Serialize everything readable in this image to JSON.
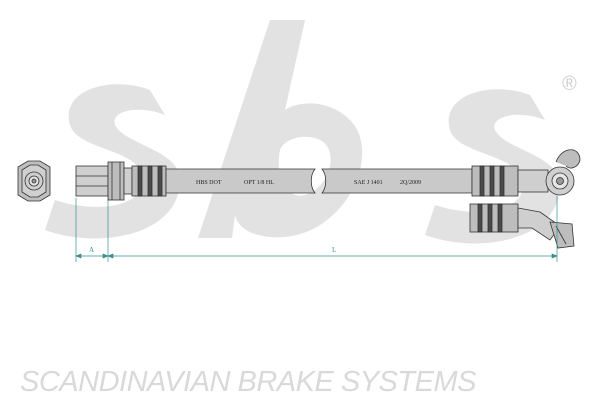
{
  "watermark": {
    "logo_text": "sbs",
    "registered_mark": "®",
    "tagline": "SCANDINAVIAN BRAKE SYSTEMS",
    "color": "#d9d9d9"
  },
  "hose": {
    "markings": [
      "HBS DOT",
      "OPT 1/8 HL",
      "SAE J 1401",
      "2Q/2009"
    ],
    "color": "#c9c9c9",
    "outline": "#333333"
  },
  "dimensions": {
    "a_label": "A",
    "l_label": "L",
    "color": "#3a8f8f"
  }
}
